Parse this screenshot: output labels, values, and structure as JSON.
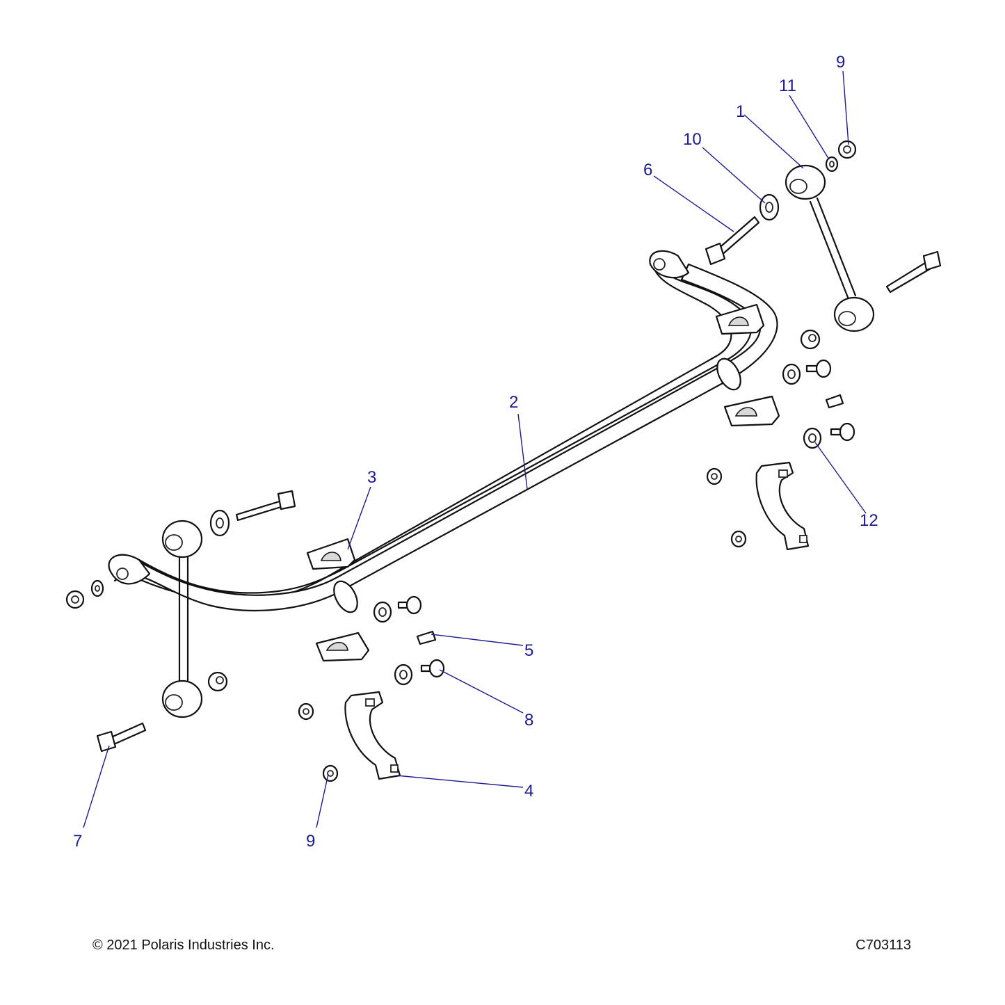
{
  "diagram": {
    "callouts": [
      {
        "id": "c1",
        "label": "1"
      },
      {
        "id": "c2",
        "label": "2"
      },
      {
        "id": "c3",
        "label": "3"
      },
      {
        "id": "c4",
        "label": "4"
      },
      {
        "id": "c5",
        "label": "5"
      },
      {
        "id": "c6",
        "label": "6"
      },
      {
        "id": "c7",
        "label": "7"
      },
      {
        "id": "c8",
        "label": "8"
      },
      {
        "id": "c9a",
        "label": "9"
      },
      {
        "id": "c9b",
        "label": "9"
      },
      {
        "id": "c10",
        "label": "10"
      },
      {
        "id": "c11",
        "label": "11"
      },
      {
        "id": "c12",
        "label": "12"
      }
    ]
  },
  "footer": {
    "copyright": "© 2021 Polaris Industries Inc.",
    "diagram_id": "C703113"
  }
}
